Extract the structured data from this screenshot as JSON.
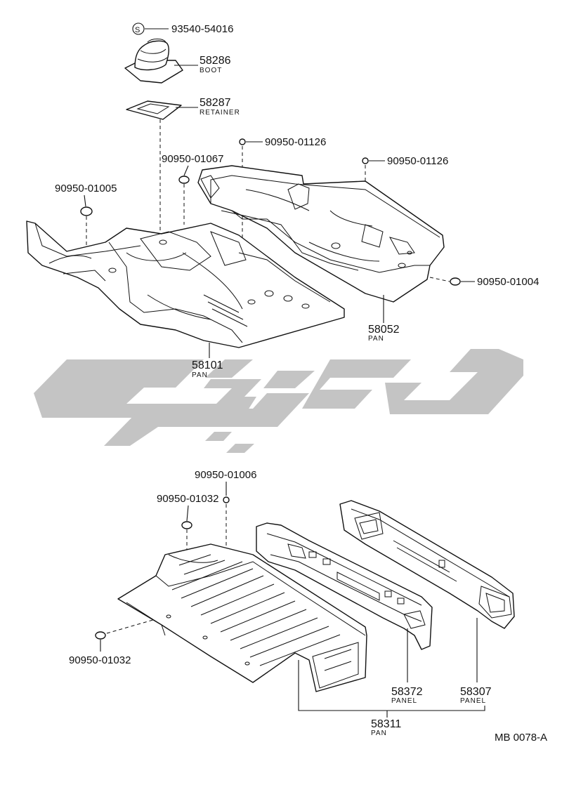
{
  "parts": {
    "screw_93540": {
      "number": "93540-54016",
      "symbol": "S"
    },
    "boot_58286": {
      "number": "58286",
      "name": "BOOT"
    },
    "retainer_58287": {
      "number": "58287",
      "name": "RETAINER"
    },
    "plug_90950_01067": {
      "number": "90950-01067"
    },
    "plug_90950_01005": {
      "number": "90950-01005"
    },
    "plug_90950_01126_a": {
      "number": "90950-01126"
    },
    "plug_90950_01126_b": {
      "number": "90950-01126"
    },
    "plug_90950_01004": {
      "number": "90950-01004"
    },
    "pan_58052": {
      "number": "58052",
      "name": "PAN"
    },
    "pan_58101": {
      "number": "58101",
      "name": "PAN"
    },
    "plug_90950_01006": {
      "number": "90950-01006"
    },
    "plug_90950_01032_a": {
      "number": "90950-01032"
    },
    "plug_90950_01032_b": {
      "number": "90950-01032"
    },
    "panel_58372": {
      "number": "58372",
      "name": "PANEL"
    },
    "panel_58307": {
      "number": "58307",
      "name": "PANEL"
    },
    "pan_58311": {
      "number": "58311",
      "name": "PAN"
    }
  },
  "diagram_code": "MB 0078-A",
  "watermark": {
    "color": "#c4c4c4"
  }
}
